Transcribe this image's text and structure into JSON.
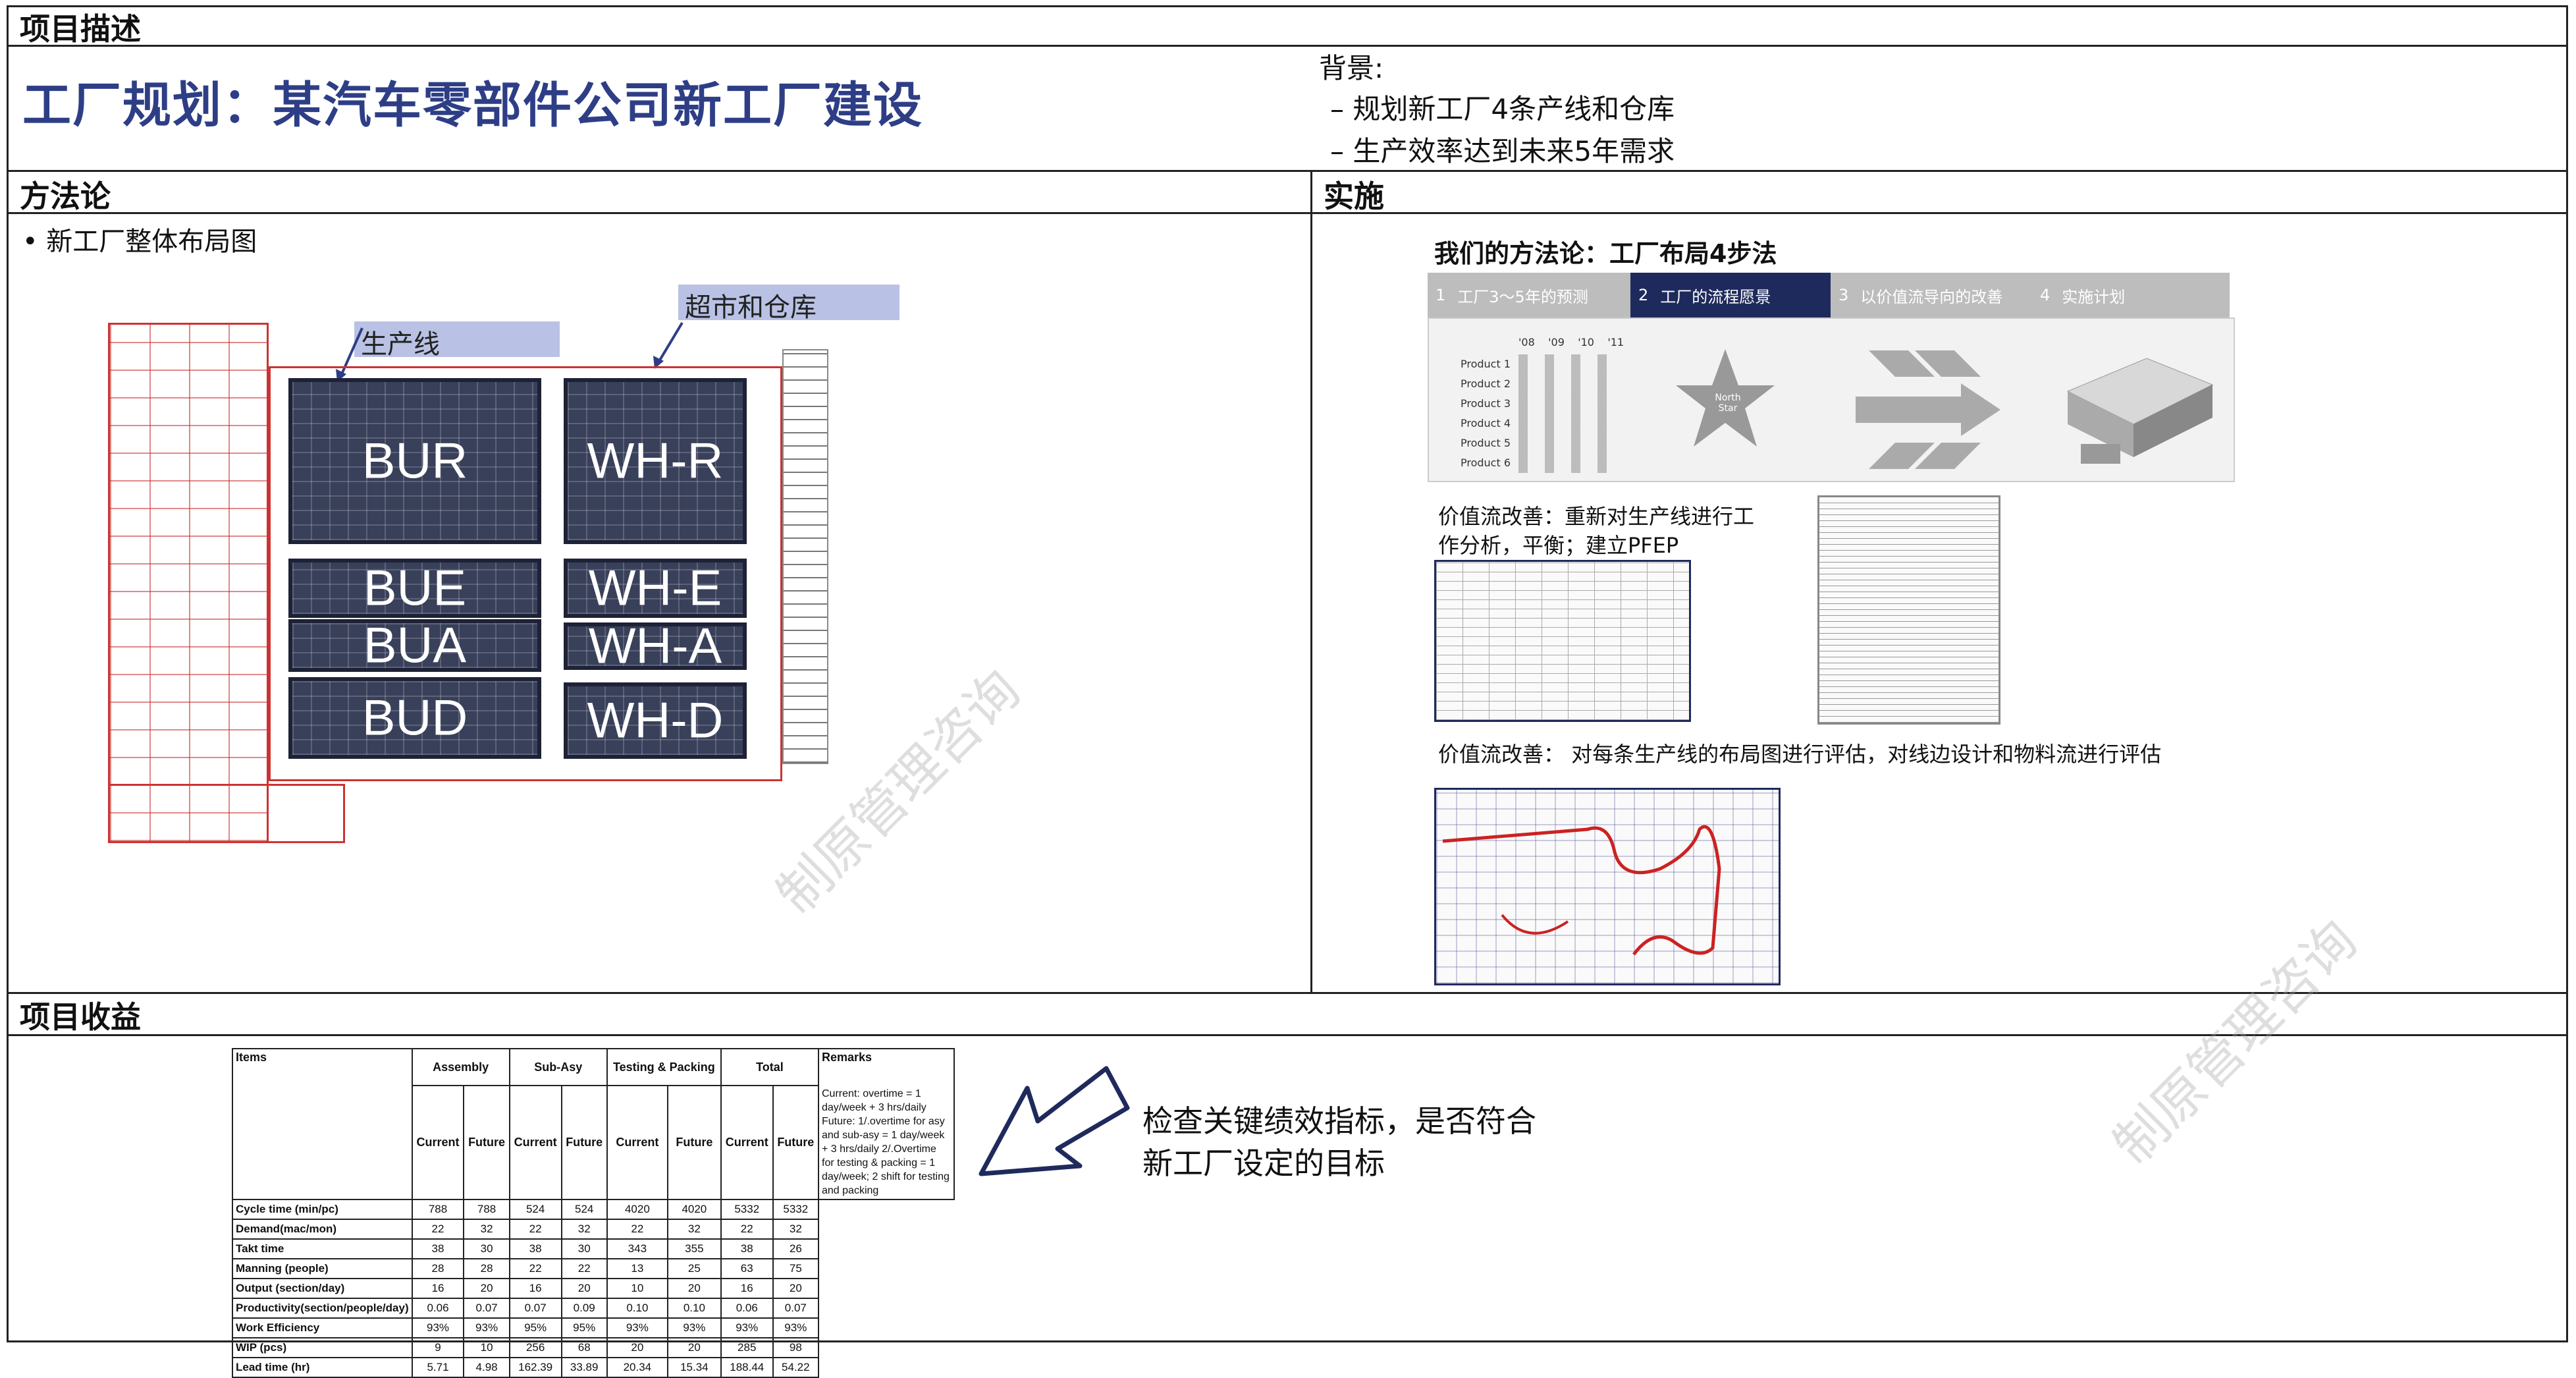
{
  "header": {
    "section_label": "项目描述",
    "title": "工厂规划：某汽车零部件公司新工厂建设",
    "background_label": "背景:",
    "background_items": [
      "–  规划新工厂4条产线和仓库",
      "–  生产效率达到未来5年需求"
    ]
  },
  "methodology": {
    "section_label": "方法论",
    "bullet": "•   新工厂整体布局图",
    "chip_line": "生产线",
    "chip_warehouse": "超市和仓库",
    "blocks": [
      "BUR",
      "BUE",
      "BUA",
      "BUD",
      "WH-R",
      "WH-E",
      "WH-A",
      "WH-D"
    ]
  },
  "implementation": {
    "section_label": "实施",
    "subtitle": "我们的方法论：工厂布局4步法",
    "steps": [
      {
        "n": "1",
        "label": "工厂3～5年的预测"
      },
      {
        "n": "2",
        "label": "工厂的流程愿景"
      },
      {
        "n": "3",
        "label": "以价值流导向的改善"
      },
      {
        "n": "4",
        "label": "实施计划"
      }
    ],
    "years": [
      "'08",
      "'09",
      "'10",
      "'11"
    ],
    "products": [
      "Product 1",
      "Product 2",
      "Product 3",
      "Product 4",
      "Product 5",
      "Product 6"
    ],
    "star_text": "North Star",
    "vs_text1": "价值流改善：重新对生产线进行工作分析，平衡；建立PFEP",
    "vs_text2": "价值流改善：  对每条生产线的布局图进行评估，对线边设计和物料流进行评估"
  },
  "benefits": {
    "section_label": "项目收益",
    "kpi_caption": "检查关键绩效指标，是否符合新工厂设定的目标",
    "table": {
      "groups": [
        "Items",
        "Assembly",
        "Sub-Asy",
        "Testing & Packing",
        "Total",
        "Remarks"
      ],
      "subheaders": [
        "Current",
        "Future"
      ],
      "rows": [
        {
          "item": "Cycle time (min/pc)",
          "vals": [
            "788",
            "788",
            "524",
            "524",
            "4020",
            "4020",
            "5332",
            "5332"
          ]
        },
        {
          "item": "Demand(mac/mon)",
          "vals": [
            "22",
            "32",
            "22",
            "32",
            "22",
            "32",
            "22",
            "32"
          ]
        },
        {
          "item": "Takt time",
          "vals": [
            "38",
            "30",
            "38",
            "30",
            "343",
            "355",
            "38",
            "26"
          ]
        },
        {
          "item": "Manning (people)",
          "vals": [
            "28",
            "28",
            "22",
            "22",
            "13",
            "25",
            "63",
            "75"
          ]
        },
        {
          "item": "Output (section/day)",
          "vals": [
            "16",
            "20",
            "16",
            "20",
            "10",
            "20",
            "16",
            "20"
          ]
        },
        {
          "item": "Productivity(section/people/day)",
          "vals": [
            "0.06",
            "0.07",
            "0.07",
            "0.09",
            "0.10",
            "0.10",
            "0.06",
            "0.07"
          ]
        },
        {
          "item": "Work Efficiency",
          "vals": [
            "93%",
            "93%",
            "95%",
            "95%",
            "93%",
            "93%",
            "93%",
            "93%"
          ]
        },
        {
          "item": "WIP (pcs)",
          "vals": [
            "9",
            "10",
            "256",
            "68",
            "20",
            "20",
            "285",
            "98"
          ]
        },
        {
          "item": "Lead time (hr)",
          "vals": [
            "5.71",
            "4.98",
            "162.39",
            "33.89",
            "20.34",
            "15.34",
            "188.44",
            "54.22"
          ]
        }
      ],
      "remarks": "Current: overtime = 1 day/week + 3 hrs/daily Future: 1/.overtime for asy and sub-asy = 1 day/week + 3 hrs/daily 2/.Overtime for testing & packing = 1 day/week; 2 shift for testing and packing"
    }
  },
  "watermark": "制原管理咨询"
}
